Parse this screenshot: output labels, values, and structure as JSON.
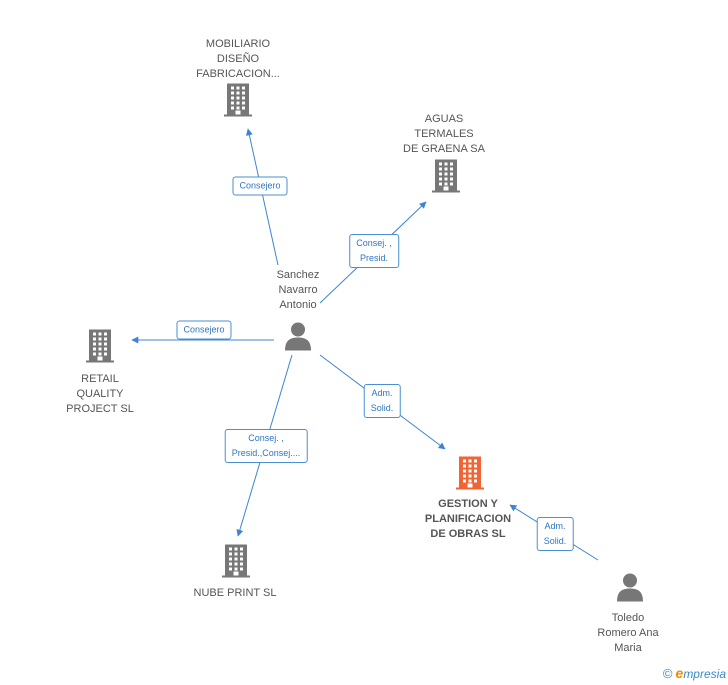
{
  "colors": {
    "company": "#777777",
    "focus_company": "#f06533",
    "person": "#777777",
    "edge": "#3d85d0",
    "edge_box_border": "#4a8fd1",
    "edge_box_text": "#2f75c0",
    "label": "#555555",
    "brand_blue": "#3a8ac8",
    "brand_orange": "#f08c00"
  },
  "nodes": [
    {
      "id": "mobiliario",
      "kind": "company",
      "lines": [
        "MOBILIARIO",
        "DISEÑO",
        "FABRICACION..."
      ],
      "focus": false
    },
    {
      "id": "aguas",
      "kind": "company",
      "lines": [
        "AGUAS",
        "TERMALES",
        "DE GRAENA SA"
      ],
      "focus": false
    },
    {
      "id": "sanchez",
      "kind": "person",
      "lines": [
        "Sanchez",
        "Navarro",
        "Antonio"
      ],
      "focus": false
    },
    {
      "id": "retail",
      "kind": "company",
      "lines": [
        "RETAIL",
        "QUALITY",
        "PROJECT SL"
      ],
      "focus": false
    },
    {
      "id": "gestion",
      "kind": "company",
      "lines": [
        "GESTION Y",
        "PLANIFICACION",
        "DE OBRAS SL"
      ],
      "focus": true
    },
    {
      "id": "nube",
      "kind": "company",
      "lines": [
        "NUBE PRINT SL"
      ],
      "focus": false
    },
    {
      "id": "toledo",
      "kind": "person",
      "lines": [
        "Toledo",
        "Romero Ana",
        "Maria"
      ],
      "focus": false
    }
  ],
  "edges": [
    {
      "from": "sanchez",
      "to": "mobiliario",
      "lines": [
        "Consejero"
      ]
    },
    {
      "from": "sanchez",
      "to": "aguas",
      "lines": [
        "Consej. ,",
        "Presid."
      ]
    },
    {
      "from": "sanchez",
      "to": "retail",
      "lines": [
        "Consejero"
      ]
    },
    {
      "from": "sanchez",
      "to": "gestion",
      "lines": [
        "Adm.",
        "Solid."
      ]
    },
    {
      "from": "sanchez",
      "to": "nube",
      "lines": [
        "Consej. ,",
        "Presid.,Consej...."
      ]
    },
    {
      "from": "toledo",
      "to": "gestion",
      "lines": [
        "Adm.",
        "Solid."
      ]
    }
  ],
  "footer": {
    "copyright": "©",
    "brand_initial": "e",
    "brand_rest": "mpresia"
  }
}
